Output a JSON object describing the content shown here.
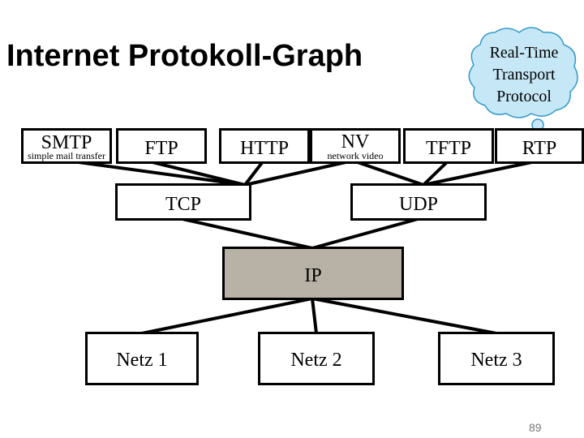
{
  "title": "Internet Protokoll-Graph",
  "callout": {
    "line1": "Real-Time",
    "line2": "Transport",
    "line3": "Protocol"
  },
  "nodes": {
    "smtp": {
      "label": "SMTP",
      "sub": "simple mail transfer"
    },
    "ftp": {
      "label": "FTP"
    },
    "http": {
      "label": "HTTP"
    },
    "nv": {
      "label": "NV",
      "sub": "network video"
    },
    "tftp": {
      "label": "TFTP"
    },
    "rtp": {
      "label": "RTP"
    },
    "tcp": {
      "label": "TCP"
    },
    "udp": {
      "label": "UDP"
    },
    "ip": {
      "label": "IP"
    },
    "netz1": {
      "label": "Netz 1"
    },
    "netz2": {
      "label": "Netz 2"
    },
    "netz3": {
      "label": "Netz 3"
    }
  },
  "colors": {
    "ip_fill": "#b8b2a6",
    "callout_fill": "#c6e8f6",
    "callout_border": "#3399cc"
  },
  "page_number": "89"
}
